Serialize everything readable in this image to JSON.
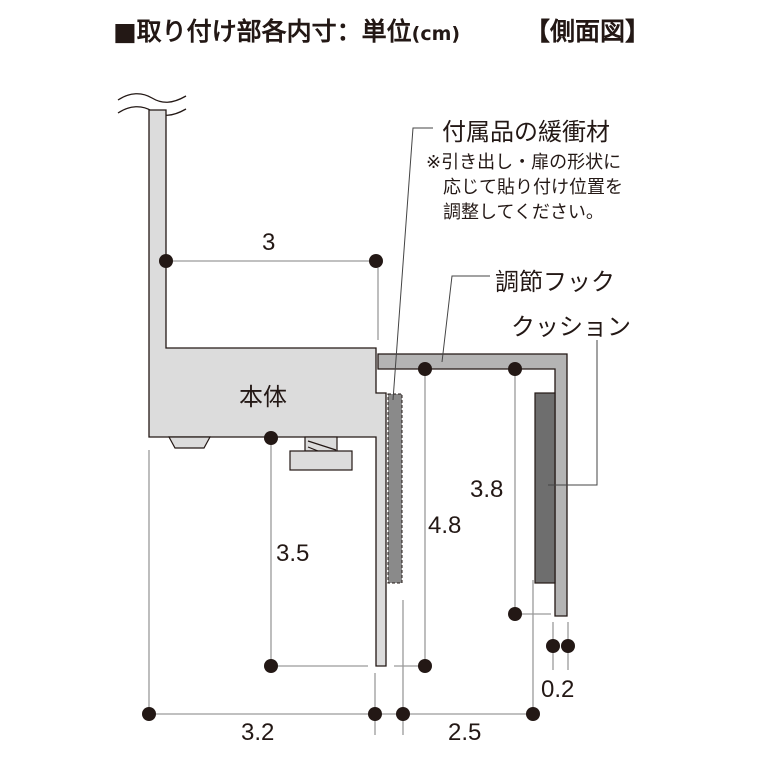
{
  "header": {
    "square": "■",
    "title": "取り付け部各内寸：単位",
    "unit": "(cm)",
    "view": "【側面図】"
  },
  "labels": {
    "body": "本体",
    "cushion_accessory": "付属品の緩衝材",
    "note_line1": "※引き出し・扉の形状に",
    "note_line2": "応じて貼り付け位置を",
    "note_line3": "調整してください。",
    "hook": "調節フック",
    "cushion": "クッション"
  },
  "dimensions": {
    "top_width": "3",
    "hook_depth": "3.8",
    "body_to_bottom": "3.5",
    "hook_total": "4.8",
    "bottom_left": "3.2",
    "bottom_right": "2.5",
    "thickness": "0.2"
  },
  "colors": {
    "ink": "#231815",
    "light_gray": "#dcdcdc",
    "mid_gray": "#b4b4b4",
    "dark_gray": "#6e6e6e",
    "dim_line": "#9a9a9a"
  }
}
